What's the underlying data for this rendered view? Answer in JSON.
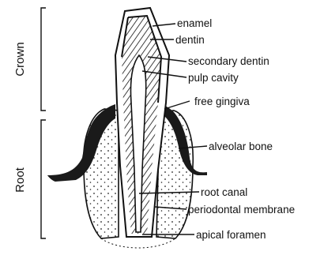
{
  "sections": {
    "crown": "Crown",
    "root": "Root"
  },
  "labels": {
    "enamel": "enamel",
    "dentin": "dentin",
    "secondary_dentin": "secondary dentin",
    "pulp_cavity": "pulp cavity",
    "free_gingiva": "free gingiva",
    "alveolar_bone": "alveolar bone",
    "root_canal": "root canal",
    "periodontal_membrane": "periodontal membrane",
    "apical_foramen": "apical foramen"
  }
}
